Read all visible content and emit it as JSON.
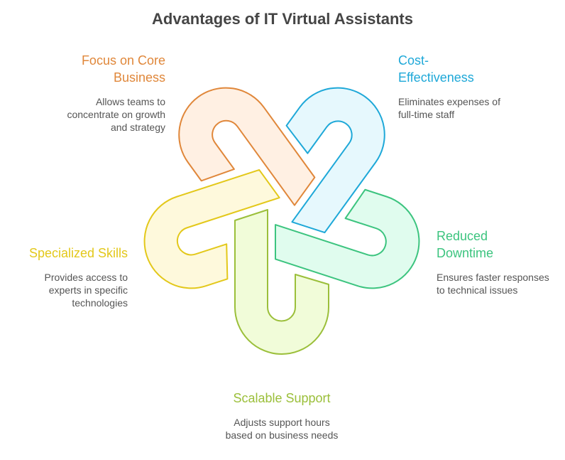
{
  "title": "Advantages of IT Virtual Assistants",
  "items": [
    {
      "heading": "Focus on Core Business",
      "description": "Allows teams to concentrate on growth and strategy",
      "stroke": "#e0873a",
      "fill": "#fff0e3"
    },
    {
      "heading": "Cost-Effectiveness",
      "description": "Eliminates expenses of full-time staff",
      "stroke": "#1ea8d8",
      "fill": "#e6f8fd"
    },
    {
      "heading": "Reduced Downtime",
      "description": "Ensures faster responses to technical issues",
      "stroke": "#3cc47f",
      "fill": "#e0fcee"
    },
    {
      "heading": "Scalable Support",
      "description": "Adjusts support hours based on business needs",
      "stroke": "#9bbf3a",
      "fill": "#f1fcd9"
    },
    {
      "heading": "Specialized Skills",
      "description": "Provides access to experts in specific technologies",
      "stroke": "#e3c81a",
      "fill": "#fef9dc"
    }
  ]
}
